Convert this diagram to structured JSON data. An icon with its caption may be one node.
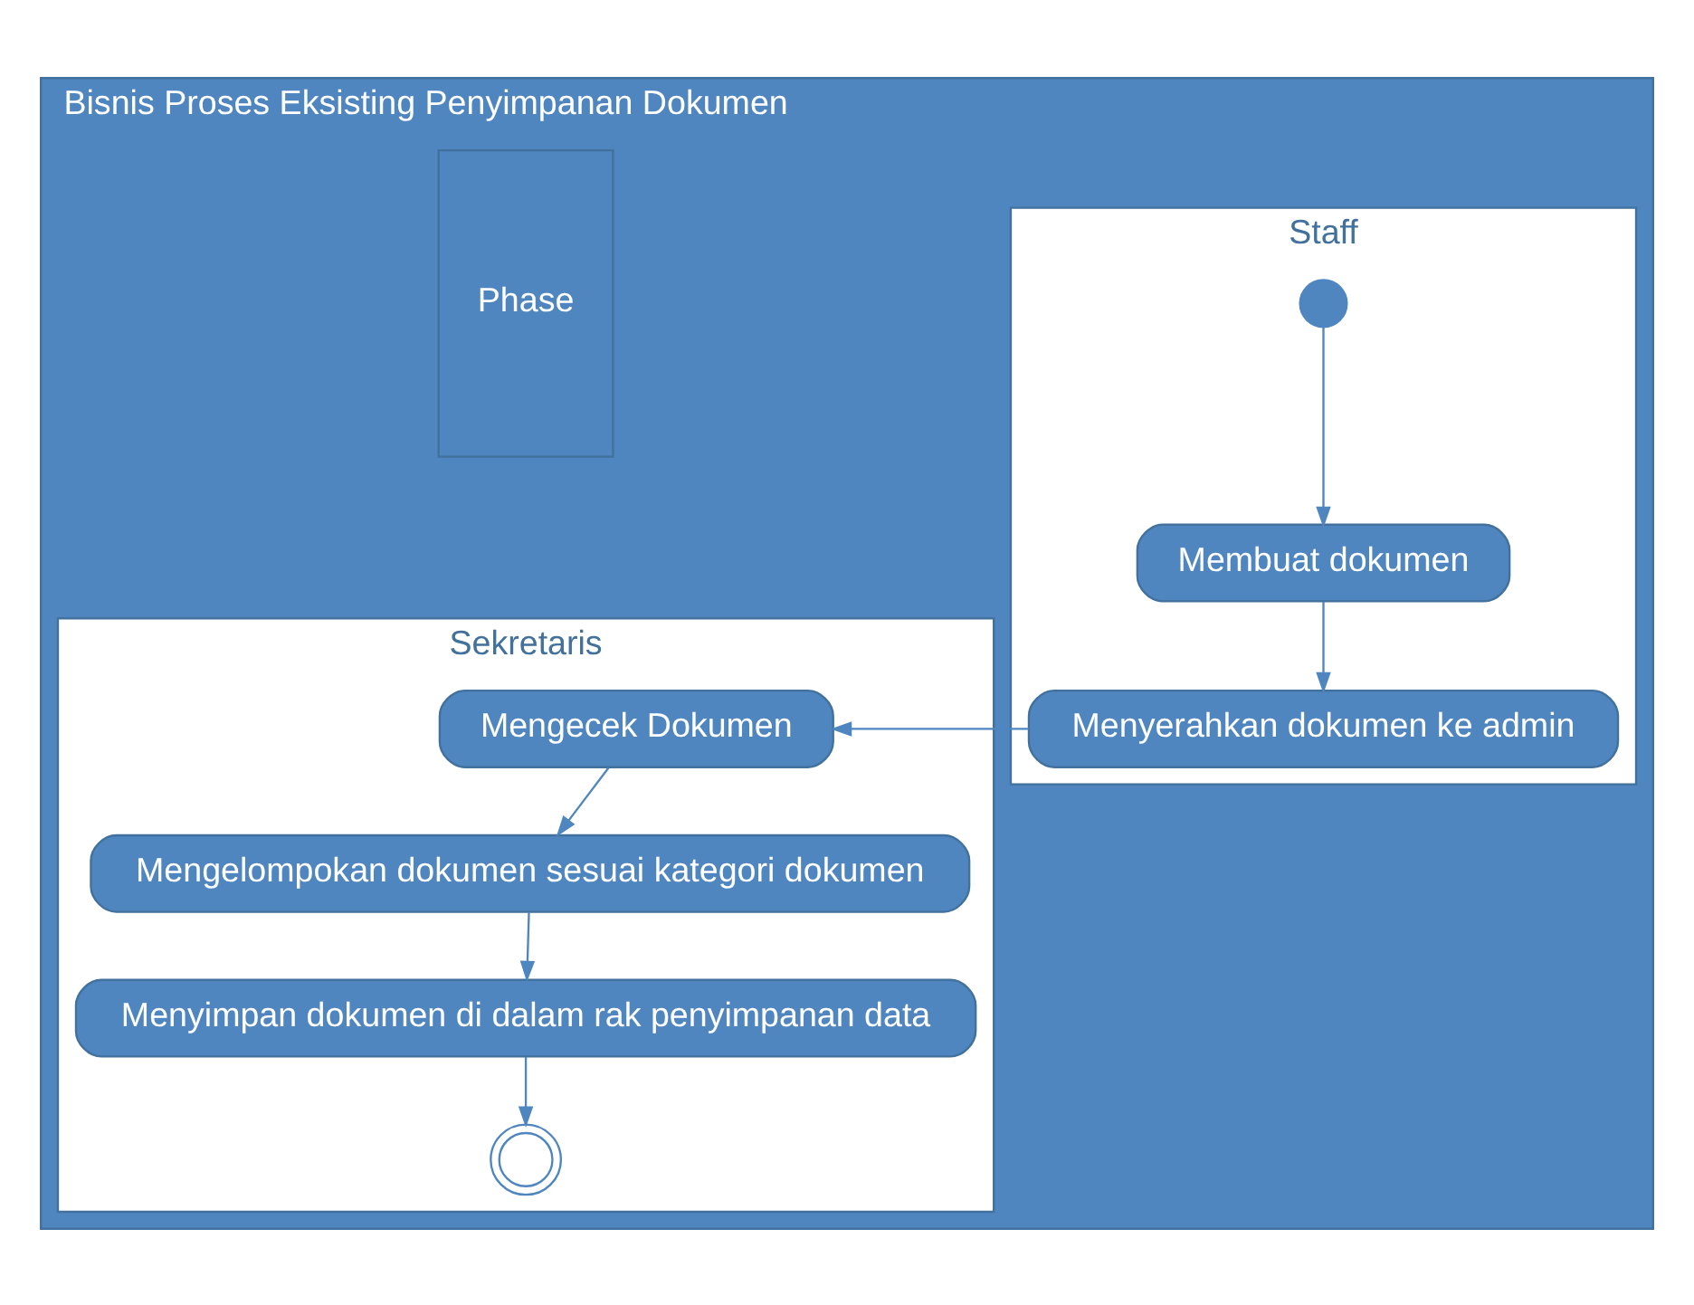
{
  "diagram": {
    "nodes": [
      {
        "text": [
          "Bisnis Proses Eksisting Penyimpanan Dokumen"
        ]
      },
      {
        "text": [
          "Phase"
        ],
        "in": 0
      },
      {
        "text": [
          "Staff"
        ],
        "in": 0
      },
      {
        "text": [
          "Sekretaris"
        ],
        "in": 0
      },
      {
        "text": [],
        "shape": "circle",
        "in": 2
      },
      {
        "text": [
          "Membuat dokumen"
        ],
        "in": 2
      },
      {
        "text": [
          "Menyerahkan dokumen ke admin"
        ],
        "in": 2
      },
      {
        "text": [
          "Mengecek Dokumen"
        ],
        "in": 3
      },
      {
        "text": [
          "Mengelompokan dokumen sesuai kategori dokumen"
        ],
        "in": 3
      },
      {
        "text": [
          "Menyimpan dokumen di dalam rak penyimpanan data"
        ],
        "in": 3
      },
      {
        "text": [],
        "shape": "circle",
        "in": 3
      }
    ],
    "edges": [
      {
        "from": 4,
        "to": 5,
        "arrow": "to"
      },
      {
        "from": 5,
        "to": 6,
        "arrow": "to"
      },
      {
        "from": 6,
        "to": 7,
        "arrow": "to"
      },
      {
        "from": 7,
        "to": 8,
        "arrow": "to"
      },
      {
        "from": 8,
        "to": 9,
        "arrow": "to"
      },
      {
        "from": 9,
        "to": 10,
        "arrow": "to"
      }
    ]
  }
}
